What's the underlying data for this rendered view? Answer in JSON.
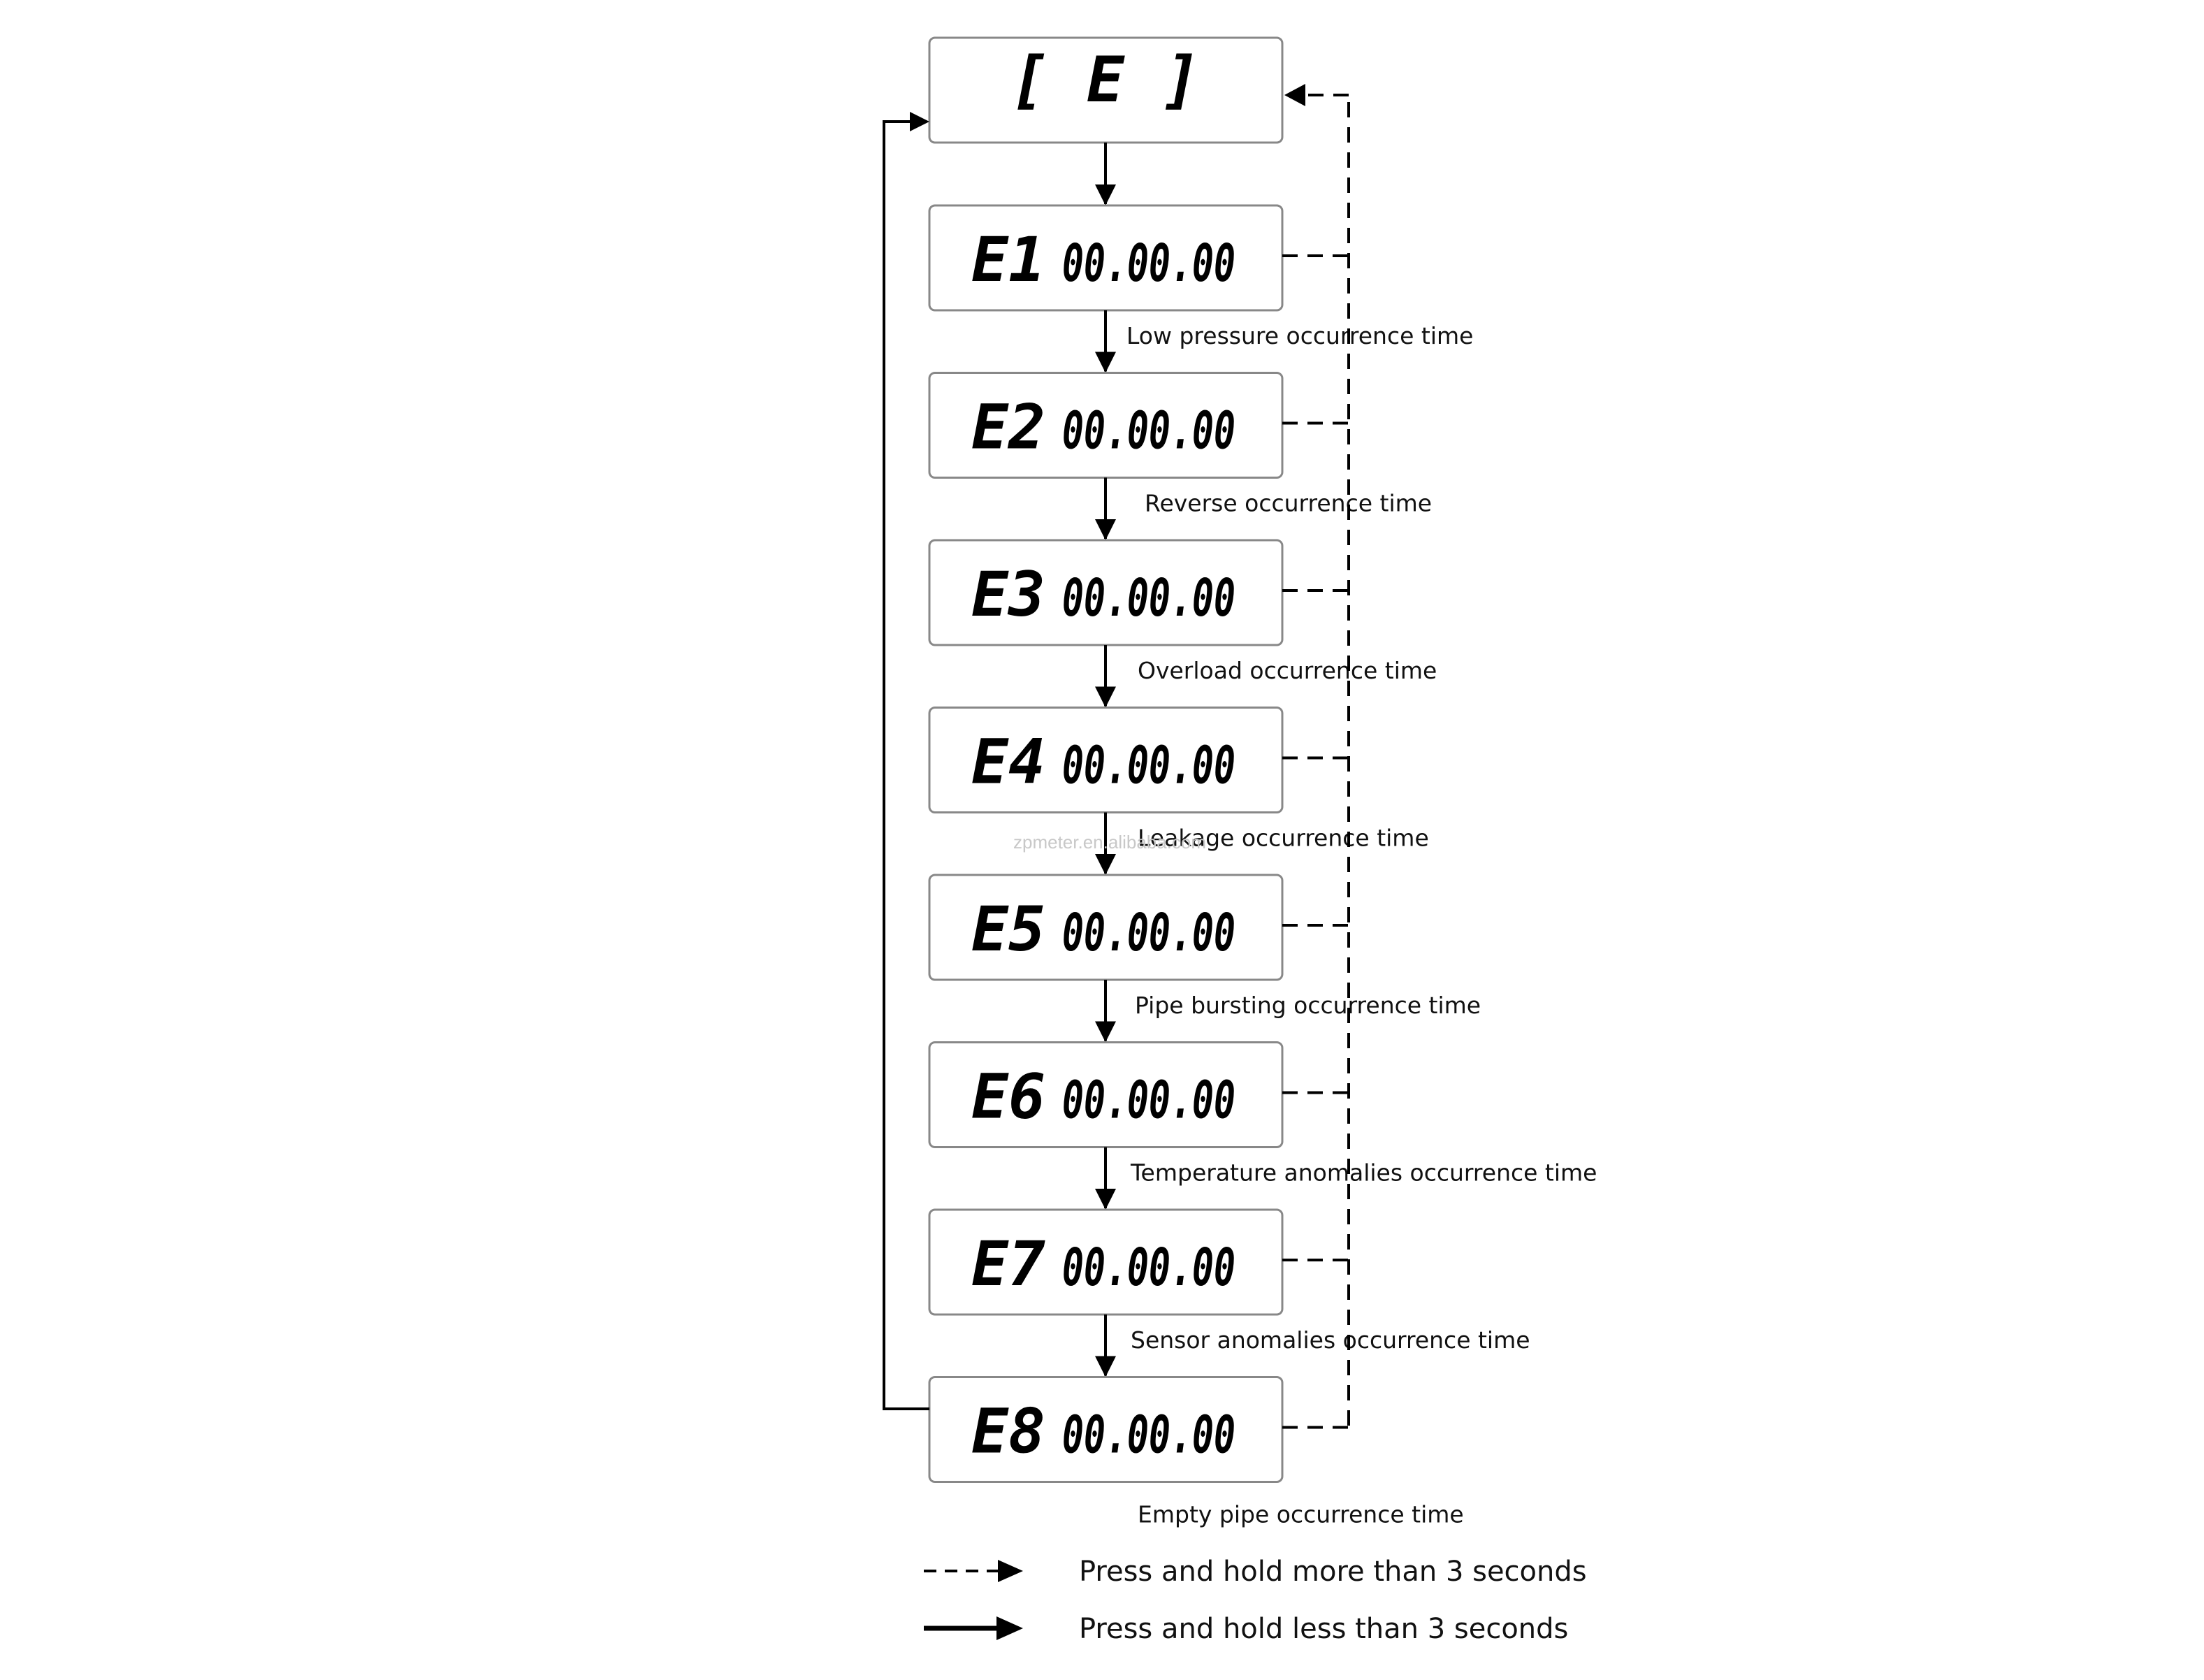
{
  "header_display": "[ E ]",
  "rows": [
    {
      "code": "E1",
      "value": "00.00.00",
      "description": "Low pressure occurrence time"
    },
    {
      "code": "E2",
      "value": "00.00.00",
      "description": "Reverse occurrence time"
    },
    {
      "code": "E3",
      "value": "00.00.00",
      "description": "Overload occurrence time"
    },
    {
      "code": "E4",
      "value": "00.00.00",
      "description": "Leakage occurrence time"
    },
    {
      "code": "E5",
      "value": "00.00.00",
      "description": "Pipe bursting occurrence time"
    },
    {
      "code": "E6",
      "value": "00.00.00",
      "description": "Temperature anomalies occurrence time"
    },
    {
      "code": "E7",
      "value": "00.00.00",
      "description": "Sensor anomalies occurrence time"
    },
    {
      "code": "E8",
      "value": "00.00.00",
      "description": "Empty pipe occurrence time"
    }
  ],
  "legend": {
    "dashed": "Press and hold more than 3 seconds",
    "solid": "Press and hold less than 3 seconds"
  },
  "watermark": "zpmeter.en.alibaba.com"
}
